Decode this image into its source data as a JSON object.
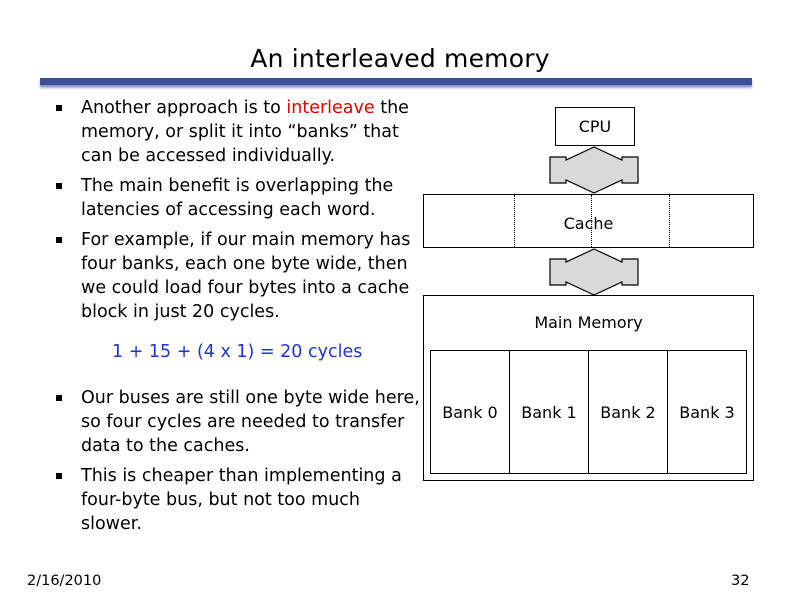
{
  "slide": {
    "title": "An interleaved memory",
    "bullets_top": [
      {
        "before": "Another approach is to ",
        "highlight": "interleave",
        "after": " the memory, or split it into “banks” that can be accessed individually."
      },
      {
        "text": "The main benefit is overlapping the latencies of accessing each word."
      },
      {
        "text": "For example, if our main memory has four banks, each one byte wide, then we could load four bytes into a cache block in just 20 cycles."
      }
    ],
    "formula": "1 + 15 + (4 x 1) = 20 cycles",
    "bullets_bottom": [
      {
        "text": "Our buses are still one byte wide here, so four cycles are needed to transfer data to the caches."
      },
      {
        "text": "This is cheaper than implementing a four-byte bus, but not too much slower."
      }
    ],
    "highlight_color": "#e00000",
    "formula_color": "#2233cc"
  },
  "diagram": {
    "cpu_label": "CPU",
    "cache_label": "Cache",
    "memory_label": "Main Memory",
    "banks": [
      "Bank 0",
      "Bank 1",
      "Bank 2",
      "Bank 3"
    ]
  },
  "footer": {
    "date": "2/16/2010",
    "page": "32"
  }
}
